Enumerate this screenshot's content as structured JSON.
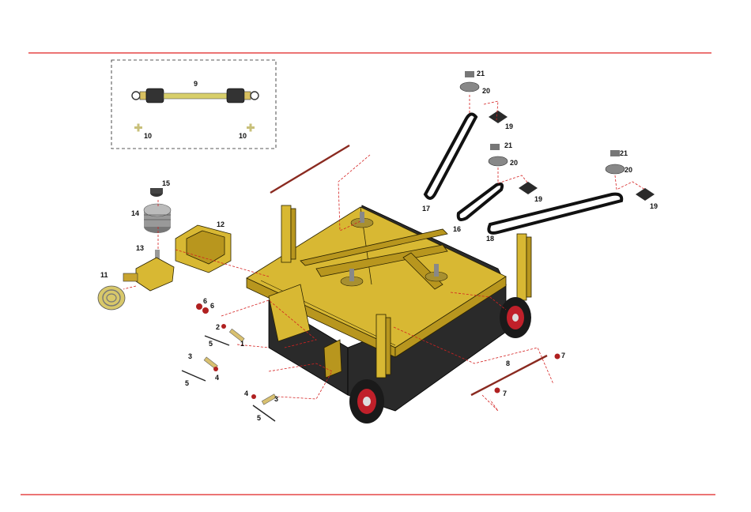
{
  "colors": {
    "rule": "#e02020",
    "leader": "#d42020",
    "frame": "#d8b833",
    "skirt": "#2a2a2a",
    "wheel_hub": "#c0202a"
  },
  "callouts": {
    "c1": "1",
    "c2": "2",
    "c3a": "3",
    "c3b": "3",
    "c4a": "4",
    "c4b": "4",
    "c5a": "5",
    "c5b": "5",
    "c5c": "5",
    "c6a": "6",
    "c6b": "6",
    "c7a": "7",
    "c7b": "7",
    "c8": "8",
    "c9": "9",
    "c10a": "10",
    "c10b": "10",
    "c11": "11",
    "c12": "12",
    "c13": "13",
    "c14": "14",
    "c15": "15",
    "c16": "16",
    "c17": "17",
    "c18": "18",
    "c19a": "19",
    "c19b": "19",
    "c19c": "19",
    "c20a": "20",
    "c20b": "20",
    "c20c": "20",
    "c21a": "21",
    "c21b": "21",
    "c21c": "21"
  }
}
